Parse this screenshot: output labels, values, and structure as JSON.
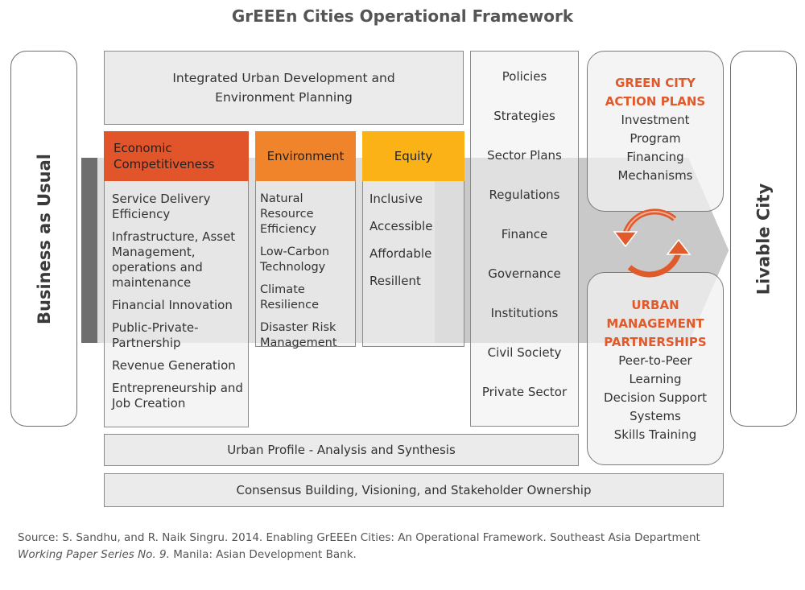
{
  "title": "GrEEEn Cities Operational Framework",
  "left_box": "Business as Usual",
  "right_box": "Livable City",
  "top_box": [
    "Integrated Urban Development and",
    "Environment Planning"
  ],
  "columns": [
    {
      "header": [
        "Economic",
        "Competitiveness"
      ],
      "color": "#e2552a",
      "items": [
        "Service Delivery Efficiency",
        "Infrastructure, Asset Management, operations and maintenance",
        "Financial Innovation",
        "Public-Private-Partnership",
        "Revenue Generation",
        "Entrepreneurship and Job Creation"
      ]
    },
    {
      "header": [
        "Environment"
      ],
      "color": "#f0842a",
      "items": [
        "Natural Resource Efficiency",
        "Low-Carbon Technology",
        "Climate Resilience",
        "Disaster Risk Management"
      ]
    },
    {
      "header": [
        "Equity"
      ],
      "color": "#fbb216",
      "items": [
        "Inclusive",
        "Accessible",
        "Affordable",
        "Resillent"
      ]
    }
  ],
  "policy_list": [
    "Policies",
    "Strategies",
    "Sector Plans",
    "Regulations",
    "Finance",
    "Governance",
    "Institutions",
    "Civil Society",
    "Private Sector"
  ],
  "action_plans": {
    "title": [
      "GREEN CITY",
      "ACTION PLANS"
    ],
    "items": [
      "Investment",
      "Program",
      "Financing",
      "Mechanisms"
    ]
  },
  "partnerships": {
    "title": [
      "URBAN",
      "MANAGEMENT",
      "PARTNERSHIPS"
    ],
    "items": [
      "Peer-to-Peer",
      "Learning",
      "Decision Support",
      "Systems",
      "Skills Training"
    ]
  },
  "bottom_box_1": "Urban Profile - Analysis and Synthesis",
  "bottom_box_2": "Consensus Building, Visioning, and Stakeholder Ownership",
  "source": {
    "line1": "Source: S. Sandhu, and R. Naik Singru. 2014. Enabling GrEEEn Cities: An Operational Framework. Southeast Asia Department",
    "italic": "Working Paper Series No. 9.",
    "rest": " Manila: Asian Development Bank."
  },
  "colors": {
    "arrow_dark": "#6e6e6e",
    "arrow_light": "#dcdcdc",
    "accent_orange": "#e05a2b"
  }
}
